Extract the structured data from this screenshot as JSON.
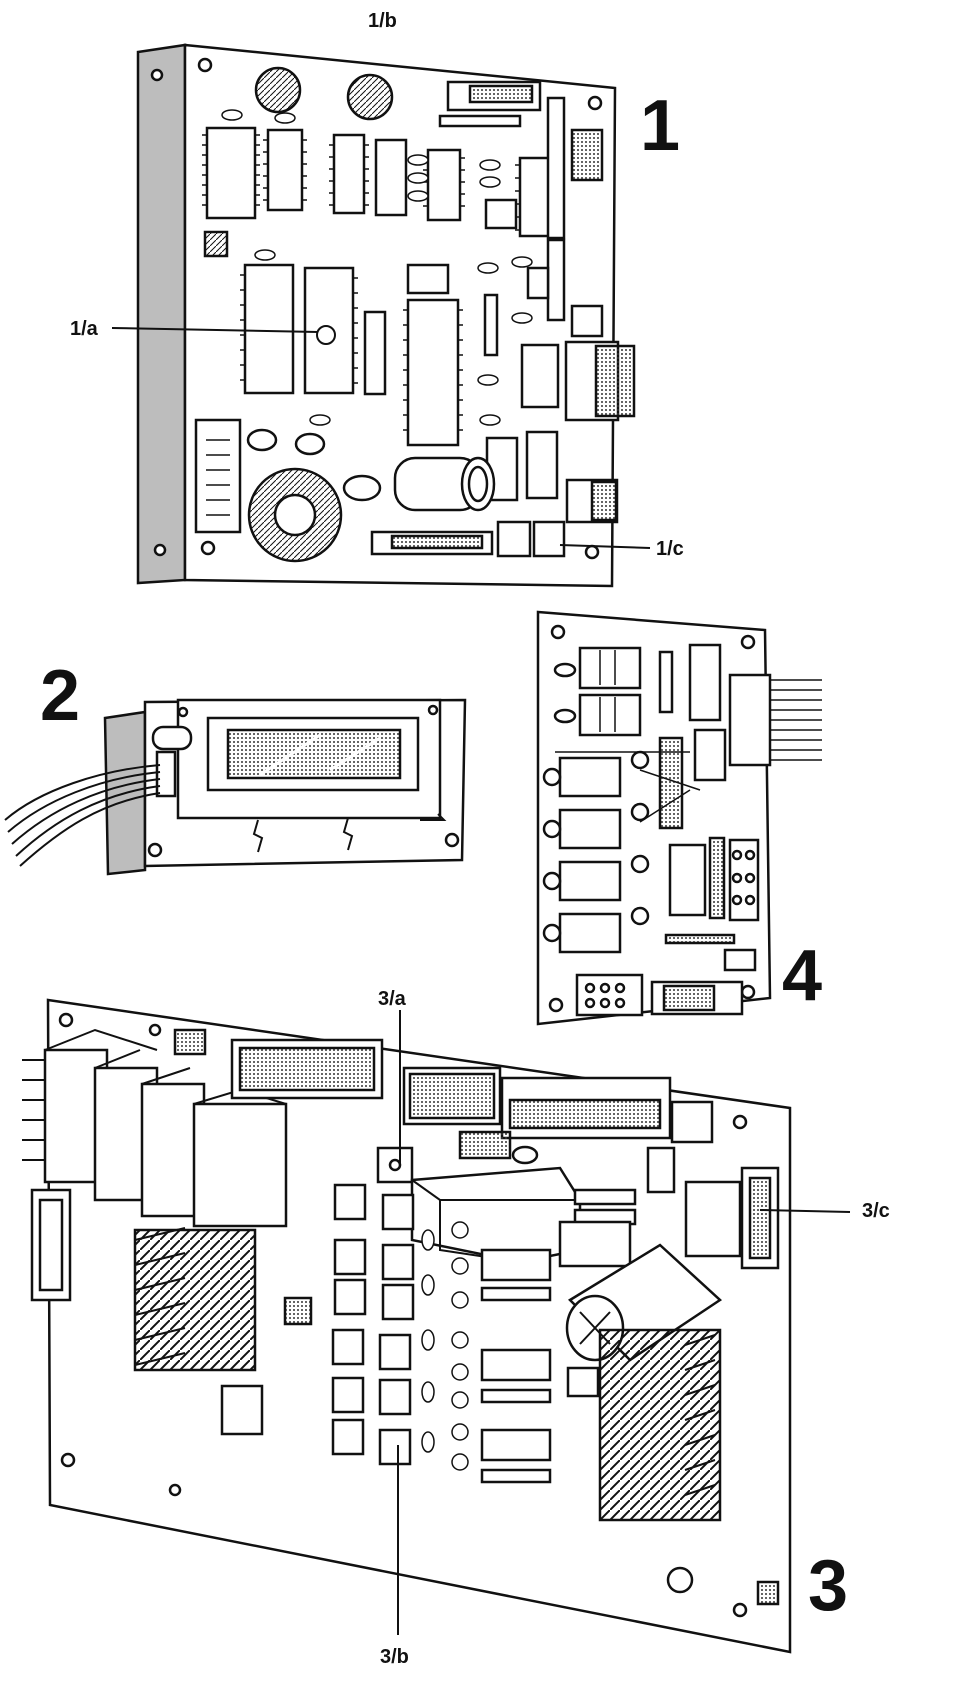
{
  "callouts": {
    "board1": "1",
    "board2": "2",
    "board3": "3",
    "board4": "4",
    "c1a": "1/a",
    "c1b": "1/b",
    "c1c": "1/c",
    "c3a": "3/a",
    "c3b": "3/b",
    "c3c": "3/c"
  },
  "colors": {
    "line": "#111111",
    "board": "#ffffff",
    "shadow": "#bdbdbd",
    "chip": "#e6e6e6",
    "lcd": "#8a8a8a"
  },
  "icons": [
    "pcb-board-illustration",
    "lcd-display-illustration",
    "ribbon-cable-illustration",
    "toroid-coil-illustration",
    "capacitor-illustration",
    "heatsink-illustration"
  ]
}
